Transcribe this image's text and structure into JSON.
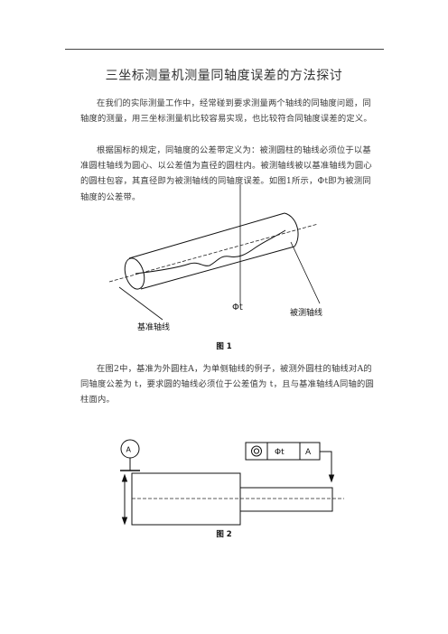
{
  "title": "三坐标测量机测量同轴度误差的方法探讨",
  "paragraphs": [
    "在我们的实际测量工作中，经常碰到要求测量两个轴线的同轴度问题，同轴度的测量，用三坐标测量机比较容易实现，也比较符合同轴度误差的定义。",
    "根据国标的规定，同轴度的公差带定义为：被测圆柱的轴线必须位于以基准圆柱轴线为圆心、以公差值为直径的圆柱内。被测轴线被以基准轴线为圆心的圆柱包容，其直径即为被测轴线的同轴度误差。如图1所示，Φt即为被测同轴度的公差带。",
    "在图2中，基准为外圆柱A，为单侧轴线的例子，被测外圆柱的轴线对A的同轴度公差为 t，要求圆的轴线必须位于公差值为 t，且与基准轴线A同轴的圆柱面内。"
  ],
  "figure1": {
    "label_tolerance": "Φt",
    "label_measured_axis": "被测轴线",
    "label_datum_axis": "基准轴线",
    "caption": "图 1"
  },
  "figure2": {
    "datum_letter": "A",
    "fcf_tolerance": "Φt",
    "fcf_datum": "A",
    "caption": "图 2"
  }
}
